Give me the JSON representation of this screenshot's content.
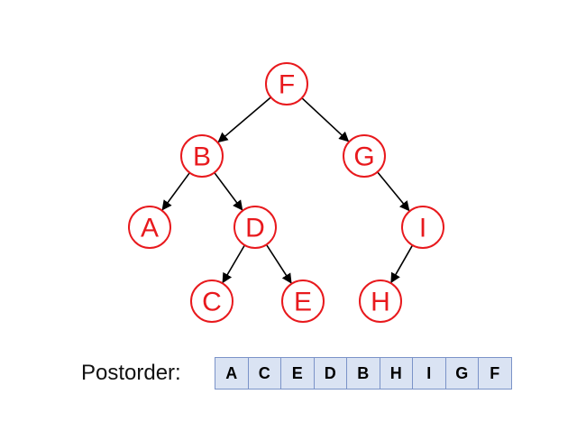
{
  "tree": {
    "nodes": [
      {
        "id": "F",
        "label": "F"
      },
      {
        "id": "B",
        "label": "B"
      },
      {
        "id": "G",
        "label": "G"
      },
      {
        "id": "A",
        "label": "A"
      },
      {
        "id": "D",
        "label": "D"
      },
      {
        "id": "I",
        "label": "I"
      },
      {
        "id": "C",
        "label": "C"
      },
      {
        "id": "E",
        "label": "E"
      },
      {
        "id": "H",
        "label": "H"
      }
    ],
    "edges": [
      {
        "from": "F",
        "to": "B"
      },
      {
        "from": "F",
        "to": "G"
      },
      {
        "from": "B",
        "to": "A"
      },
      {
        "from": "B",
        "to": "D"
      },
      {
        "from": "G",
        "to": "I"
      },
      {
        "from": "D",
        "to": "C"
      },
      {
        "from": "D",
        "to": "E"
      },
      {
        "from": "I",
        "to": "H"
      }
    ]
  },
  "postorder": {
    "label": "Postorder:",
    "sequence": [
      "A",
      "C",
      "E",
      "D",
      "B",
      "H",
      "I",
      "G",
      "F"
    ]
  },
  "colors": {
    "node": "#e8191d",
    "edge": "#000000",
    "cell_fill": "#dae3f3",
    "cell_border": "#7b93c8"
  }
}
